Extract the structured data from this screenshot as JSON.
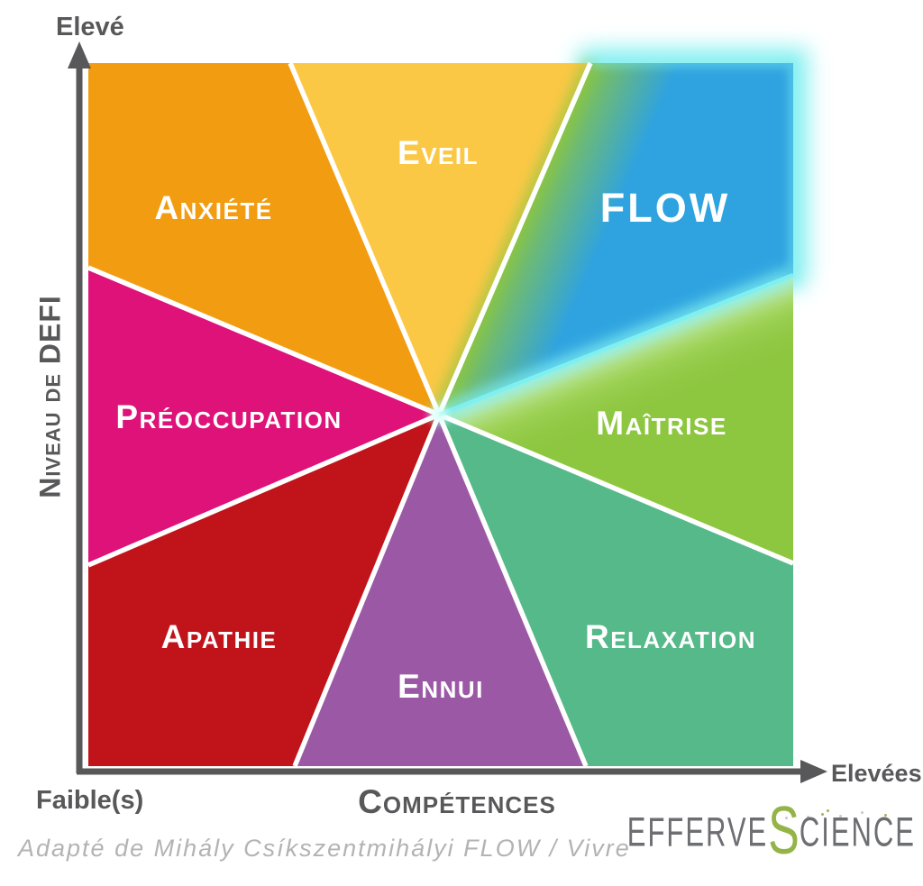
{
  "axes": {
    "color": "#58585A",
    "y": {
      "title": "Niveau de DEFI",
      "top_label": "Elevé"
    },
    "x": {
      "title": "Compétences",
      "origin_label": "Faible(s)",
      "end_label": "Elevées"
    }
  },
  "sectors": [
    {
      "id": "anxiete",
      "label": "Anxiété",
      "color": "#F29C11"
    },
    {
      "id": "eveil",
      "label": "Eveil",
      "color": "#FBC846"
    },
    {
      "id": "flow",
      "label": "FLOW",
      "color": "#2FA3DF"
    },
    {
      "id": "maitrise",
      "label": "Maîtrise",
      "color": "#8DC63F"
    },
    {
      "id": "relaxation",
      "label": "Relaxation",
      "color": "#55B98A"
    },
    {
      "id": "ennui",
      "label": "Ennui",
      "color": "#9B59A5"
    },
    {
      "id": "apathie",
      "label": "Apathie",
      "color": "#C0131A"
    },
    {
      "id": "preoccupation",
      "label": "Préoccupation",
      "color": "#DE1279"
    }
  ],
  "effects": {
    "glow_color": "#7FEFF0",
    "sector_label_color": "#FFFFFF"
  },
  "footer": {
    "credit": "Adapté de Mihály Csíkszentmihályi FLOW / Vivre",
    "credit_color": "#B3B3B3"
  },
  "logo": {
    "prefix": "Efferve",
    "s": "S",
    "suffix": "cience",
    "text_color": "#6D6E71",
    "s_color": "#94B447"
  }
}
